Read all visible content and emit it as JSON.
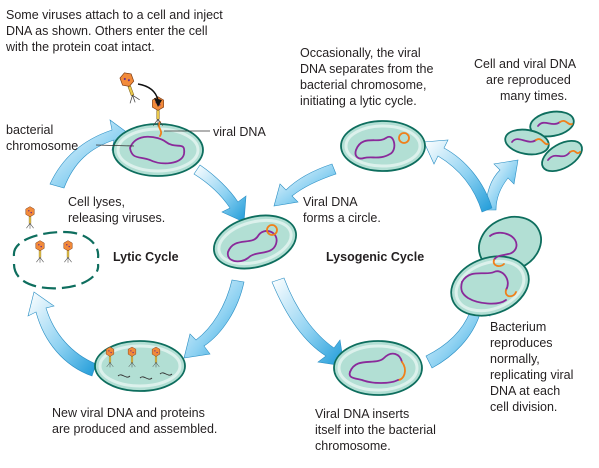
{
  "colors": {
    "cell_fill": "#b2dfd4",
    "cell_stroke": "#0e6e5e",
    "bacterial_chromosome": "#8a2a9a",
    "viral_dna": "#f07f1a",
    "arrow": "#4ab3e6",
    "virus_head": "#f28a3a"
  },
  "labels": {
    "intro": [
      "Some viruses attach to a cell and inject",
      "DNA as shown. Others enter the cell",
      "with the protein coat intact."
    ],
    "bacterial_chromosome": [
      "bacterial",
      "chromosome"
    ],
    "viral_dna": "viral DNA",
    "cell_lyses": [
      "Cell lyses,",
      "releasing viruses."
    ],
    "lytic_cycle": "Lytic Cycle",
    "lysogenic_cycle": "Lysogenic Cycle",
    "viral_dna_circle": [
      "Viral DNA",
      "forms a circle."
    ],
    "occasionally": [
      "Occasionally, the viral",
      "DNA separates from the",
      "bacterial chromosome,",
      "initiating a lytic cycle."
    ],
    "reproduced": [
      "Cell and viral DNA",
      "are reproduced",
      "many times."
    ],
    "bacterium_reproduces": [
      "Bacterium",
      "reproduces",
      "normally,",
      "replicating viral",
      "DNA at each",
      "cell division."
    ],
    "inserts": [
      "Viral DNA inserts",
      "itself into the bacterial",
      "chromosome."
    ],
    "new_dna": [
      "New viral DNA and proteins",
      "are produced and assembled."
    ]
  }
}
